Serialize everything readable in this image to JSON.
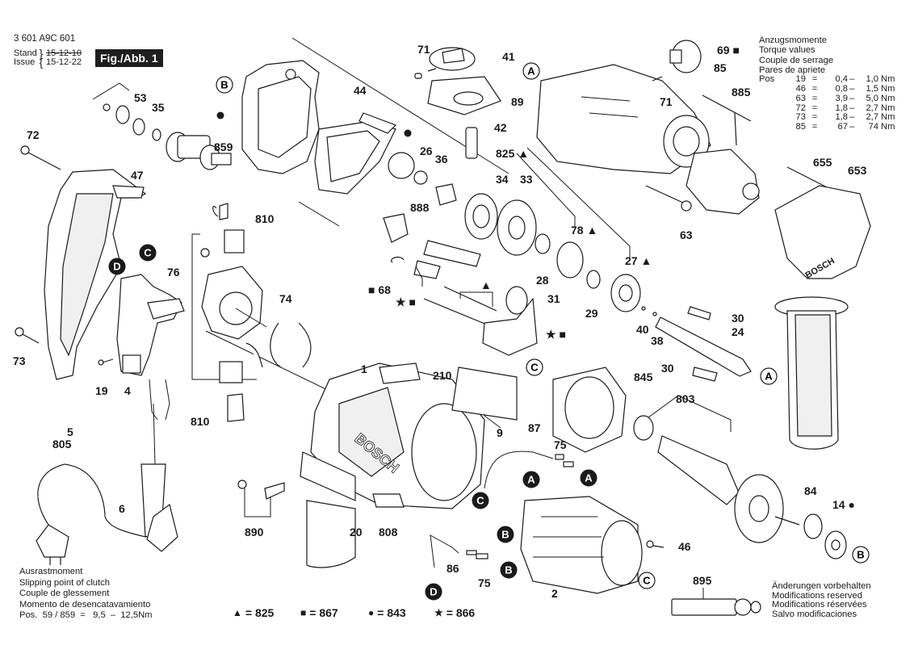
{
  "header": {
    "part_number": "3 601 A9C 601",
    "stand_label": "Stand",
    "issue_label": "Issue",
    "stand_date": "15-12-10",
    "issue_date": "15-12-22",
    "figure_label": "Fig./Abb. 1"
  },
  "torque": {
    "titles": [
      "Anzugsmomente",
      "Torque values",
      "Couple de serrage",
      "Pares de apriete"
    ],
    "pos_label": "Pos",
    "rows": [
      {
        "pos": "19",
        "min": "0,4",
        "max": "1,0",
        "unit": "Nm"
      },
      {
        "pos": "46",
        "min": "0,8",
        "max": "1,5",
        "unit": "Nm"
      },
      {
        "pos": "63",
        "min": "3,9",
        "max": "5,0",
        "unit": "Nm"
      },
      {
        "pos": "72",
        "min": "1,8",
        "max": "2,7",
        "unit": "Nm"
      },
      {
        "pos": "73",
        "min": "1,8",
        "max": "2,7",
        "unit": "Nm"
      },
      {
        "pos": "85",
        "min": "67",
        "max": "74",
        "unit": "Nm"
      }
    ]
  },
  "clutch": {
    "lines": [
      "Ausrastmoment",
      "Slipping point of clutch",
      "Couple de glessement",
      "Momento de desencatavamiento"
    ],
    "spec": "Pos.  59 / 859  =   9,5  –  12,5Nm"
  },
  "legend": [
    {
      "symbol": "▲",
      "name": "triangle",
      "value": "= 825"
    },
    {
      "symbol": "■",
      "name": "square",
      "value": "= 867"
    },
    {
      "symbol": "●",
      "name": "circle",
      "value": "= 843"
    },
    {
      "symbol": "★",
      "name": "star",
      "value": "= 866"
    }
  ],
  "modifications": [
    "Änderungen vorbehalten",
    "Modifications reserved",
    "Modifications réservées",
    "Salvo modificaciones"
  ],
  "brand_text": "BOSCH",
  "part_labels": [
    {
      "id": "71a",
      "text": "71"
    },
    {
      "id": "41",
      "text": "41"
    },
    {
      "id": "89",
      "text": "89"
    },
    {
      "id": "42",
      "text": "42"
    },
    {
      "id": "69",
      "text": "69 ■"
    },
    {
      "id": "85",
      "text": "85"
    },
    {
      "id": "885",
      "text": "885"
    },
    {
      "id": "71b",
      "text": "71"
    },
    {
      "id": "53",
      "text": "53"
    },
    {
      "id": "35",
      "text": "35"
    },
    {
      "id": "72",
      "text": "72"
    },
    {
      "id": "859",
      "text": "859"
    },
    {
      "id": "47",
      "text": "47"
    },
    {
      "id": "44",
      "text": "44"
    },
    {
      "id": "26",
      "text": "26"
    },
    {
      "id": "36",
      "text": "36"
    },
    {
      "id": "825",
      "text": "825 ▲"
    },
    {
      "id": "34",
      "text": "34"
    },
    {
      "id": "33",
      "text": "33"
    },
    {
      "id": "655",
      "text": "655"
    },
    {
      "id": "653",
      "text": "653"
    },
    {
      "id": "63",
      "text": "63"
    },
    {
      "id": "810a",
      "text": "810"
    },
    {
      "id": "888",
      "text": "888"
    },
    {
      "id": "76",
      "text": "76"
    },
    {
      "id": "78",
      "text": "78 ▲"
    },
    {
      "id": "27",
      "text": "27 ▲"
    },
    {
      "id": "68",
      "text": "■ 68"
    },
    {
      "id": "28",
      "text": "28"
    },
    {
      "id": "sq-star",
      "text": "★ ■"
    },
    {
      "id": "31",
      "text": "31"
    },
    {
      "id": "29",
      "text": "29"
    },
    {
      "id": "tri",
      "text": "▲"
    },
    {
      "id": "74",
      "text": "74"
    },
    {
      "id": "40",
      "text": "40"
    },
    {
      "id": "38",
      "text": "38"
    },
    {
      "id": "30a",
      "text": "30"
    },
    {
      "id": "24",
      "text": "24"
    },
    {
      "id": "star-sq2",
      "text": "★ ■"
    },
    {
      "id": "73",
      "text": "73"
    },
    {
      "id": "19",
      "text": "19"
    },
    {
      "id": "4",
      "text": "4"
    },
    {
      "id": "1",
      "text": "1"
    },
    {
      "id": "210",
      "text": "210"
    },
    {
      "id": "30b",
      "text": "30"
    },
    {
      "id": "845",
      "text": "845"
    },
    {
      "id": "803",
      "text": "803"
    },
    {
      "id": "810b",
      "text": "810"
    },
    {
      "id": "9",
      "text": "9"
    },
    {
      "id": "87",
      "text": "87"
    },
    {
      "id": "75a",
      "text": "75"
    },
    {
      "id": "5",
      "text": "5"
    },
    {
      "id": "805",
      "text": "805"
    },
    {
      "id": "6",
      "text": "6"
    },
    {
      "id": "890",
      "text": "890"
    },
    {
      "id": "20",
      "text": "20"
    },
    {
      "id": "808",
      "text": "808"
    },
    {
      "id": "46",
      "text": "46"
    },
    {
      "id": "84",
      "text": "84"
    },
    {
      "id": "14",
      "text": "14 ●"
    },
    {
      "id": "86",
      "text": "86"
    },
    {
      "id": "75b",
      "text": "75"
    },
    {
      "id": "2",
      "text": "2"
    },
    {
      "id": "895",
      "text": "895"
    }
  ],
  "connectors": [
    {
      "id": "A-top",
      "letter": "A",
      "style": "outline"
    },
    {
      "id": "B-top",
      "letter": "B",
      "style": "outline"
    },
    {
      "id": "C-left",
      "letter": "C",
      "style": "filled"
    },
    {
      "id": "D-left",
      "letter": "D",
      "style": "filled"
    },
    {
      "id": "A-shaft",
      "letter": "A",
      "style": "outline"
    },
    {
      "id": "C-mid",
      "letter": "C",
      "style": "outline"
    },
    {
      "id": "A-f1",
      "letter": "A",
      "style": "filled"
    },
    {
      "id": "A-f2",
      "letter": "A",
      "style": "filled"
    },
    {
      "id": "C-f",
      "letter": "C",
      "style": "filled"
    },
    {
      "id": "B-f1",
      "letter": "B",
      "style": "filled"
    },
    {
      "id": "B-f2",
      "letter": "B",
      "style": "filled"
    },
    {
      "id": "D-f",
      "letter": "D",
      "style": "filled"
    },
    {
      "id": "C-stator",
      "letter": "C",
      "style": "outline"
    },
    {
      "id": "B-bearing",
      "letter": "B",
      "style": "outline"
    }
  ]
}
